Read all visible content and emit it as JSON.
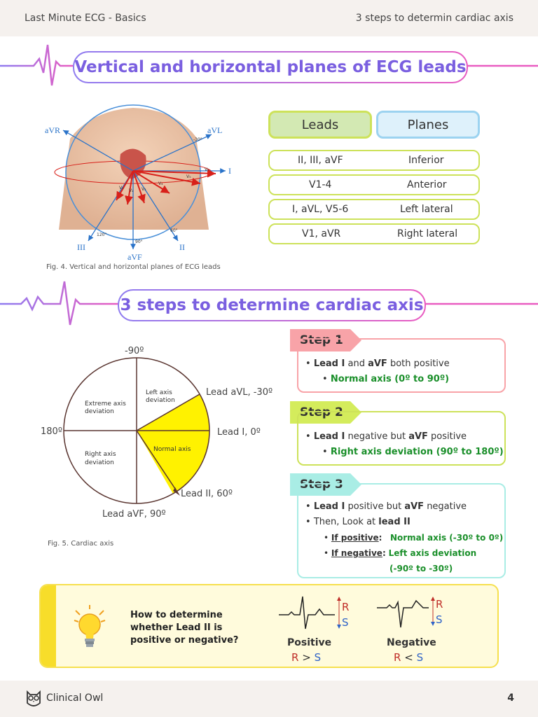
{
  "header": {
    "left": "Last Minute ECG - Basics",
    "right": "3 steps to determin cardiac axis"
  },
  "section1": {
    "title": "Vertical and horizontal planes of ECG leads"
  },
  "leads_figure": {
    "labels": {
      "avr": "aVR",
      "avl": "aVL",
      "i": "I",
      "iii": "III",
      "avf": "aVF",
      "ii": "II",
      "minus30": "-30°",
      "d120": "120°",
      "d90": "90°",
      "d60": "60°",
      "v1": "V₁",
      "v2": "V₂",
      "v3": "V₃",
      "v4": "V₄",
      "v5": "V₅",
      "v6": "V₆"
    },
    "caption": "Fig. 4. Vertical and horizontal planes of ECG leads"
  },
  "table": {
    "headers": {
      "leads": "Leads",
      "planes": "Planes"
    },
    "rows": [
      {
        "leads": "II, III, aVF",
        "plane": "Inferior"
      },
      {
        "leads": "V1-4",
        "plane": "Anterior"
      },
      {
        "leads": "I, aVL, V5-6",
        "plane": "Left lateral"
      },
      {
        "leads": "V1, aVR",
        "plane": "Right lateral"
      }
    ]
  },
  "section2": {
    "title": "3 steps to determine cardiac axis"
  },
  "axis_figure": {
    "top": "-90º",
    "left": "180º",
    "avl": "Lead aVL, -30º",
    "lead_i": "Lead I, 0º",
    "lead_ii": "Lead II, 60º",
    "avf": "Lead aVF, 90º",
    "extreme_1": "Extreme axis",
    "extreme_2": "deviation",
    "lad_1": "Left axis",
    "lad_2": "deviation",
    "normal": "Normal axis",
    "rad_1": "Right axis",
    "rad_2": "deviation",
    "caption": "Fig. 5. Cardiac axis"
  },
  "steps": {
    "step1": {
      "title": "Step 1",
      "lead_i": "Lead I",
      "and": " and ",
      "avf": "aVF",
      "rest": " both positive",
      "result": "Normal axis (0º to 90º)"
    },
    "step2": {
      "title": "Step 2",
      "lead_i": "Lead I",
      "mid": " negative but ",
      "avf": "aVF",
      "rest": " positive",
      "result": "Right axis deviation (90º to 180º)"
    },
    "step3": {
      "title": "Step 3",
      "lead_i": "Lead I",
      "mid": " positive but ",
      "avf": "aVF",
      "rest": " negative",
      "then": "Then, Look at ",
      "lead_ii": "lead II",
      "if_pos": "If positive",
      "colon": ":",
      "pos_result": "Normal axis (-30º to 0º)",
      "if_neg": "If negative",
      "neg_result": "Left axis deviation",
      "neg_range": "(-90º to -30º)"
    }
  },
  "tip": {
    "q1": "How to determine",
    "q2": "whether Lead II is",
    "q3": "positive or negative?",
    "r": "R",
    "s": "S",
    "positive": "Positive",
    "negative": "Negative",
    "gt": ">",
    "lt": "<"
  },
  "footer": {
    "brand": "Clinical Owl",
    "page": "4"
  },
  "colors": {
    "purple": "#7a5fe0",
    "pink": "#e95cc1",
    "lime": "#cde25a",
    "blue": "#9cd3f0",
    "yellow": "#fff200",
    "green": "#1a8f2a",
    "red": "#c0302a",
    "blue_text": "#2f63c8"
  }
}
